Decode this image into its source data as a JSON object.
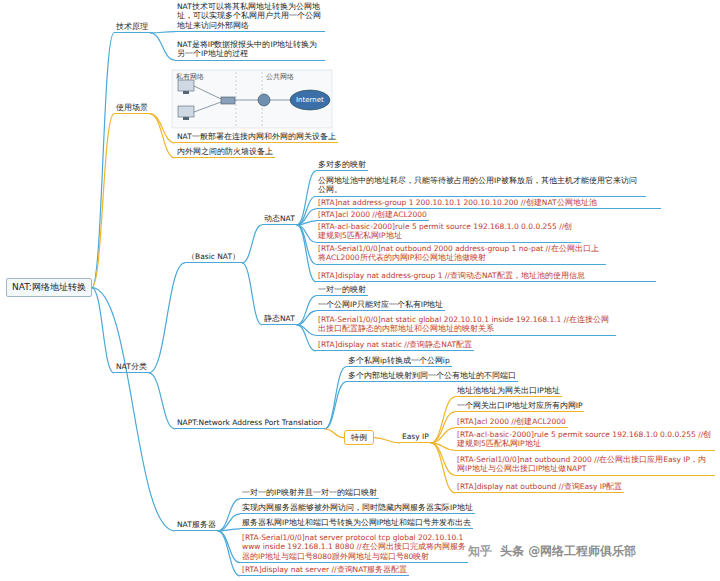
{
  "diagram": {
    "nodes": [
      {
        "text": [
          "NAT:网络地址转换"
        ]
      },
      {
        "text": [
          "技术原理"
        ]
      },
      {
        "text": [
          "NAT技术可以将其私网地址转换为公网地址，可以实现多个私网用户共用一个公网地址来访问外部网络"
        ]
      },
      {
        "text": [
          "NAT是将IP数据报报头中的IP地址转换为另一个IP地址的过程"
        ]
      },
      {
        "text": [
          "使用场景"
        ]
      },
      {
        "text": [
          "NAT一般部署在连接内网和外网的网关设备上"
        ]
      },
      {
        "text": [
          "内外网之间的防火墙设备上"
        ]
      },
      {
        "text": [
          "NAT分类"
        ]
      },
      {
        "text": [
          "（Basic NAT）"
        ]
      },
      {
        "text": [
          "动态NAT"
        ]
      },
      {
        "text": [
          "多对多的映射"
        ]
      },
      {
        "text": [
          "公网地址池中的地址耗尽，只能等待被占用的公用IP被释放后，其他主机才能使用它来访问公网。"
        ]
      },
      {
        "text": [
          "[RTA]nat address-group 1 200.10.10.1 200.10.10.200 //创建NAT公网地址池"
        ]
      },
      {
        "text": [
          "[RTA]acl 2000 //创建ACL2000"
        ]
      },
      {
        "text": [
          "[RTA-acl-basic-2000]rule 5 permit source 192.168.1.0 0.0.0.255 //创建规则5匹配私网IP地址"
        ]
      },
      {
        "text": [
          "[RTA-Serial1/0/0]nat outbound 2000 address-group 1 no-pat //在公网出口上将ACL2000所代表的内网IP和公网地址池做映射"
        ]
      },
      {
        "text": [
          "[RTA]display nat address-group 1 //查询动态NAT配置，地址池的使用信息"
        ]
      },
      {
        "text": [
          "静态NAT"
        ]
      },
      {
        "text": [
          "一对一的映射"
        ]
      },
      {
        "text": [
          "一个公网IP只能对应一个私有IP地址"
        ]
      },
      {
        "text": [
          "[RTA-Serial1/0/0]nat static global 202.10.10.1 inside 192.168.1.1 //在连接公网出接口配置静态的内部地址和公网地址的映射关系"
        ]
      },
      {
        "text": [
          "[RTA]display nat static //查询静态NAT配置"
        ]
      },
      {
        "text": [
          "NAPT:Network Address Port Translation"
        ]
      },
      {
        "text": [
          "多个私网ip转换成一个公网ip"
        ]
      },
      {
        "text": [
          "多个内部地址映射到同一个公有地址的不同端口"
        ]
      },
      {
        "text": [
          "特例"
        ]
      },
      {
        "text": [
          "Easy IP"
        ]
      },
      {
        "text": [
          "地址池地址为网关出口IP地址"
        ]
      },
      {
        "text": [
          "一个网关出口IP地址对应所有内网IP"
        ]
      },
      {
        "text": [
          "[RTA]acl 2000 //创建ACL2000"
        ]
      },
      {
        "text": [
          "[RTA-acl-basic-2000]rule 5 permit source 192.168.1.0 0.0.0.255 //创建规则5匹配私网IP地址"
        ]
      },
      {
        "text": [
          "[RTA-Serial1/0/0]nat outbound 2000 //在公网出接口应用Easy IP，内网IP地址与公网出接口IP地址做NAPT"
        ]
      },
      {
        "text": [
          "[RTA]display nat outbound //查询Easy IP配置"
        ]
      },
      {
        "text": [
          "NAT服务器"
        ]
      },
      {
        "text": [
          "一对一的IP映射并且一对一的端口映射"
        ]
      },
      {
        "text": [
          "实现内网服务器能够被外网访问，同时隐藏内网服务器实际IP地址"
        ]
      },
      {
        "text": [
          "服务器私网IP地址和端口号转换为公网IP地址和端口号并发布出去"
        ]
      },
      {
        "text": [
          "[RTA-Serial1/0/0]nat server protocol tcp global 202.10.10.1 www inside 192.168.1.1 8080 //在公网出接口完成将内网服务器的IP地址与端口号8080跟外网地址与端口号80映射"
        ]
      },
      {
        "text": [
          "[RTA]display nat server //查询NAT服务器配置"
        ]
      }
    ],
    "edges": [
      {
        "from": 0,
        "to": 1,
        "arrow": "none"
      },
      {
        "from": 1,
        "to": 2,
        "arrow": "none"
      },
      {
        "from": 1,
        "to": 3,
        "arrow": "none"
      },
      {
        "from": 0,
        "to": 4,
        "arrow": "none"
      },
      {
        "from": 4,
        "to": 5,
        "arrow": "none"
      },
      {
        "from": 4,
        "to": 6,
        "arrow": "none"
      },
      {
        "from": 0,
        "to": 7,
        "arrow": "none"
      },
      {
        "from": 7,
        "to": 8,
        "arrow": "none"
      },
      {
        "from": 8,
        "to": 9,
        "arrow": "none"
      },
      {
        "from": 9,
        "to": 10,
        "arrow": "none"
      },
      {
        "from": 9,
        "to": 11,
        "arrow": "none"
      },
      {
        "from": 9,
        "to": 12,
        "arrow": "none"
      },
      {
        "from": 9,
        "to": 13,
        "arrow": "none"
      },
      {
        "from": 9,
        "to": 14,
        "arrow": "none"
      },
      {
        "from": 9,
        "to": 15,
        "arrow": "none"
      },
      {
        "from": 9,
        "to": 16,
        "arrow": "none"
      },
      {
        "from": 8,
        "to": 17,
        "arrow": "none"
      },
      {
        "from": 17,
        "to": 18,
        "arrow": "none"
      },
      {
        "from": 17,
        "to": 19,
        "arrow": "none"
      },
      {
        "from": 17,
        "to": 20,
        "arrow": "none"
      },
      {
        "from": 17,
        "to": 21,
        "arrow": "none"
      },
      {
        "from": 7,
        "to": 22,
        "arrow": "none"
      },
      {
        "from": 22,
        "to": 23,
        "arrow": "none"
      },
      {
        "from": 22,
        "to": 24,
        "arrow": "none"
      },
      {
        "from": 22,
        "to": 25,
        "arrow": "none"
      },
      {
        "from": 25,
        "to": 26,
        "arrow": "none"
      },
      {
        "from": 26,
        "to": 27,
        "arrow": "none"
      },
      {
        "from": 26,
        "to": 28,
        "arrow": "none"
      },
      {
        "from": 26,
        "to": 29,
        "arrow": "none"
      },
      {
        "from": 26,
        "to": 30,
        "arrow": "none"
      },
      {
        "from": 26,
        "to": 31,
        "arrow": "none"
      },
      {
        "from": 26,
        "to": 32,
        "arrow": "none"
      },
      {
        "from": 0,
        "to": 33,
        "arrow": "none"
      },
      {
        "from": 33,
        "to": 34,
        "arrow": "none"
      },
      {
        "from": 33,
        "to": 35,
        "arrow": "none"
      },
      {
        "from": 33,
        "to": 36,
        "arrow": "none"
      },
      {
        "from": 33,
        "to": 37,
        "arrow": "none"
      },
      {
        "from": 33,
        "to": 38,
        "arrow": "none"
      }
    ],
    "labels": [
      "私有网络",
      "公共网络",
      "Internet",
      "知乎",
      "头条 @网络工程师俱乐部"
    ]
  }
}
